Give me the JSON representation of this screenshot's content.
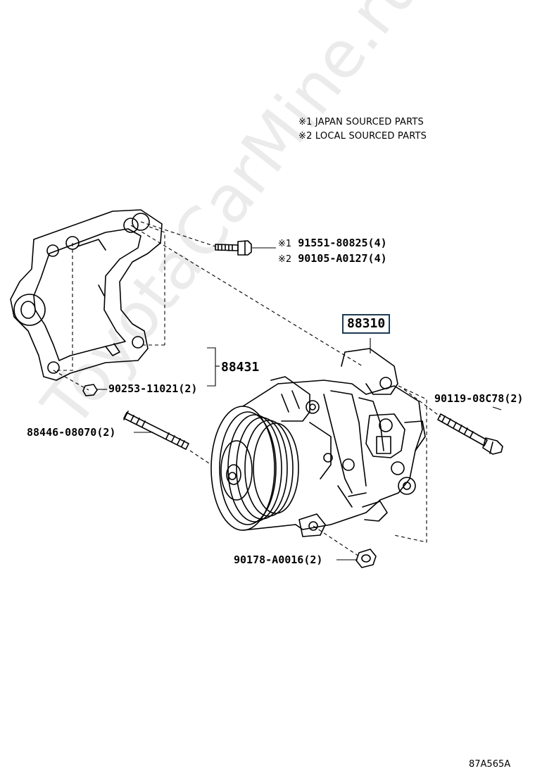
{
  "legend": [
    {
      "mark": "※1",
      "text": "JAPAN SOURCED PARTS"
    },
    {
      "mark": "※2",
      "text": "LOCAL SOURCED PARTS"
    }
  ],
  "parts": {
    "bolt_japan": {
      "mark": "※1",
      "number": "91551-80825",
      "qty": "(4)"
    },
    "bolt_local": {
      "mark": "※2",
      "number": "90105-A0127",
      "qty": "(4)"
    },
    "compressor": {
      "number": "88310"
    },
    "bracket": {
      "number": "88431"
    },
    "nut_bracket": {
      "number": "90253-11021",
      "qty": "(2)"
    },
    "stud": {
      "number": "88446-08070",
      "qty": "(2)"
    },
    "bolt_right": {
      "number": "90119-08C78",
      "qty": "(2)"
    },
    "nut_bottom": {
      "number": "90178-A0016",
      "qty": "(2)"
    }
  },
  "watermark": "ToyotaCarMine.ru",
  "diagram_code": "87A565A"
}
